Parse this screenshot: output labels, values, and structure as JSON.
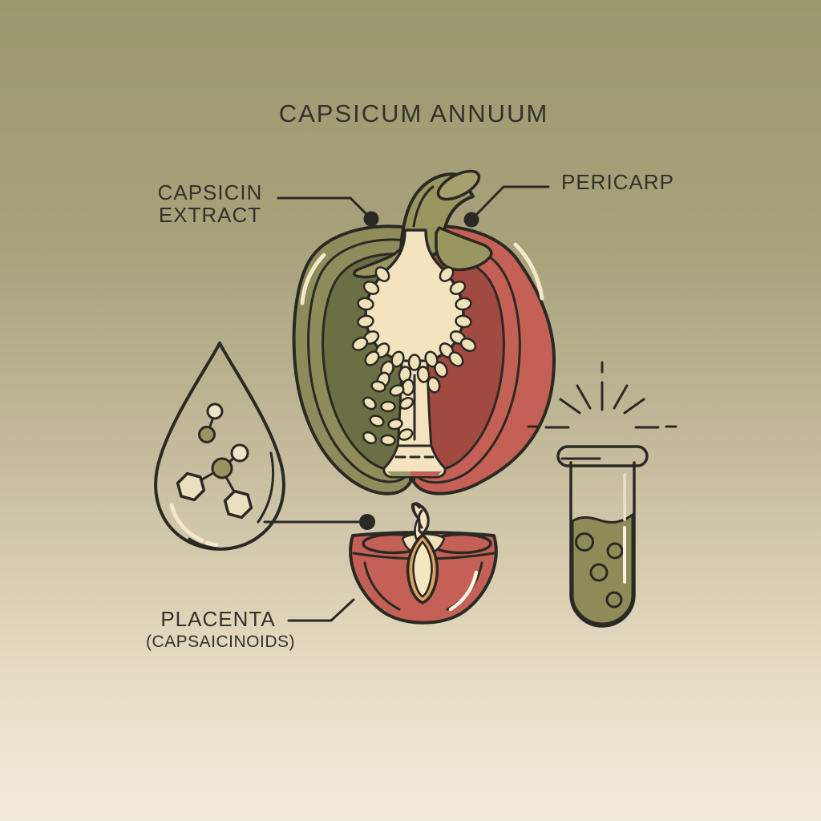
{
  "title": "CAPSICUM ANNUUM",
  "labels": {
    "capsicin_extract": {
      "line1": "CAPSICIN",
      "line2": "EXTRACT"
    },
    "pericarp": "PERICARP",
    "placenta": {
      "line1": "PLACENTA",
      "line2": "(CAPSAICINOIDS)"
    }
  },
  "icons": [
    "droplet-icon",
    "molecule-icon",
    "pepper-cross-section",
    "stem-icon",
    "placenta-core",
    "seed-ring",
    "seed-cluster",
    "half-pepper-icon",
    "seed-sprout-icon",
    "test-tube-icon",
    "sparkle-burst-icon",
    "leader-dot"
  ],
  "palette": {
    "background_top": "#9c986e",
    "background_bottom": "#f3ebd9",
    "outline": "#2b2923",
    "text": "#33312b",
    "pepper_green": "#8e8c5a",
    "pepper_green_dark": "#6c6e43",
    "pepper_red": "#c56057",
    "pepper_red_dark": "#a14a42",
    "stem_green": "#999660",
    "cream": "#f3e3bf",
    "seed": "#efe1ba",
    "seed_orange": "#daa263",
    "liquid_green": "#8e8b59",
    "molecule_olive": "#99935f",
    "hexagon_fill": "#e9e0bd",
    "highlight_cream": "#f2e8cc"
  }
}
